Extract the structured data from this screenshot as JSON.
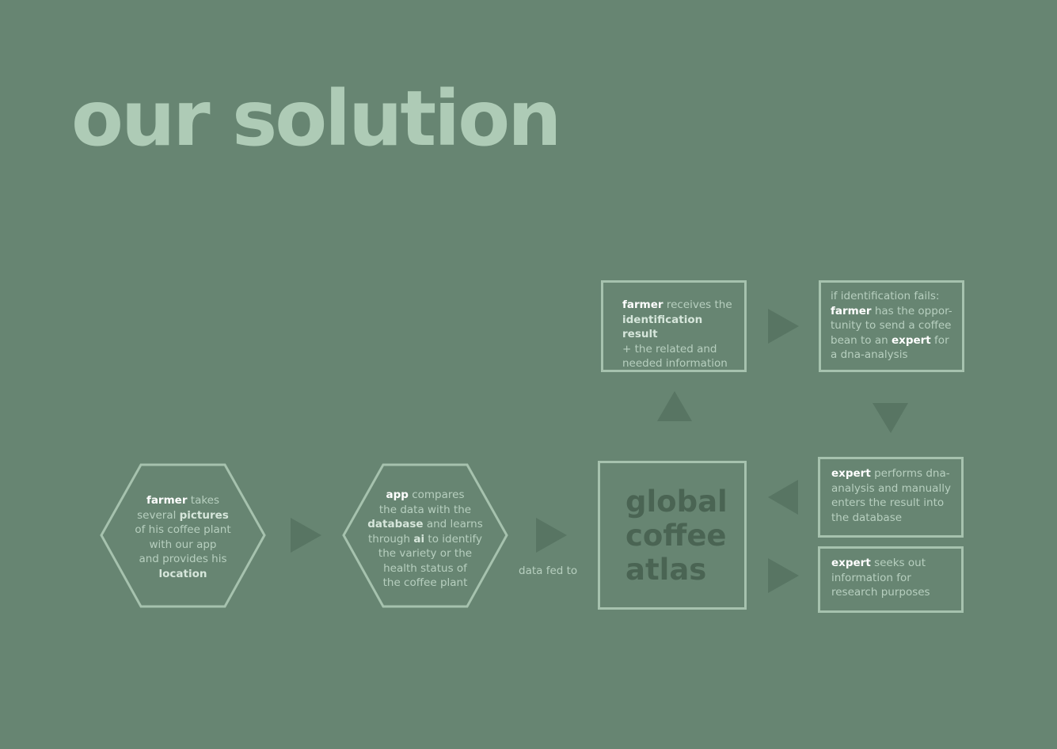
{
  "title": "our solution",
  "nodes": {
    "farmer_takes": {
      "w1": "farmer",
      "t1": " takes",
      "t2": "several ",
      "w2": "pictures",
      "t3": "of his coffee plant",
      "t4": "with our app",
      "t5": "and provides his",
      "w3": "location"
    },
    "app_compares": {
      "w1": "app",
      "t1": " compares",
      "t2": "the data with the",
      "w2": "database",
      "t3": " and learns",
      "t4": "through ",
      "w3": "ai",
      "t5": " to identify",
      "t6": "the variety or the",
      "t7": "health status of",
      "t8": "the coffee plant"
    },
    "edge_label": "data fed to",
    "global_atlas": {
      "l1": "global",
      "l2": "coffee",
      "l3": "atlas"
    },
    "farmer_receives": {
      "w1": "farmer",
      "t1": " receives the",
      "w2": "identification result",
      "t2": "+ the related  and",
      "t3": "needed information"
    },
    "if_fails": {
      "t1": "if identification fails:",
      "w1": "farmer",
      "t2": " has the oppor-",
      "t3": "tunity to send a coffee",
      "t4": "bean to an ",
      "w2": "expert",
      "t5": " for",
      "t6": "a dna-analysis"
    },
    "expert_performs": {
      "w1": "expert",
      "t1": "  performs dna-",
      "t2": "analysis and manually",
      "t3": "enters the result into",
      "t4": "the database"
    },
    "expert_seeks": {
      "w1": "expert",
      "t1": "  seeks out",
      "t2": "information for",
      "t3": "research purposes"
    }
  },
  "colors": {
    "background": "#678572",
    "title": "#aecbb6",
    "outline": "#a6c2ae",
    "arrow": "#587563",
    "atlas_text": "#4a6453"
  }
}
